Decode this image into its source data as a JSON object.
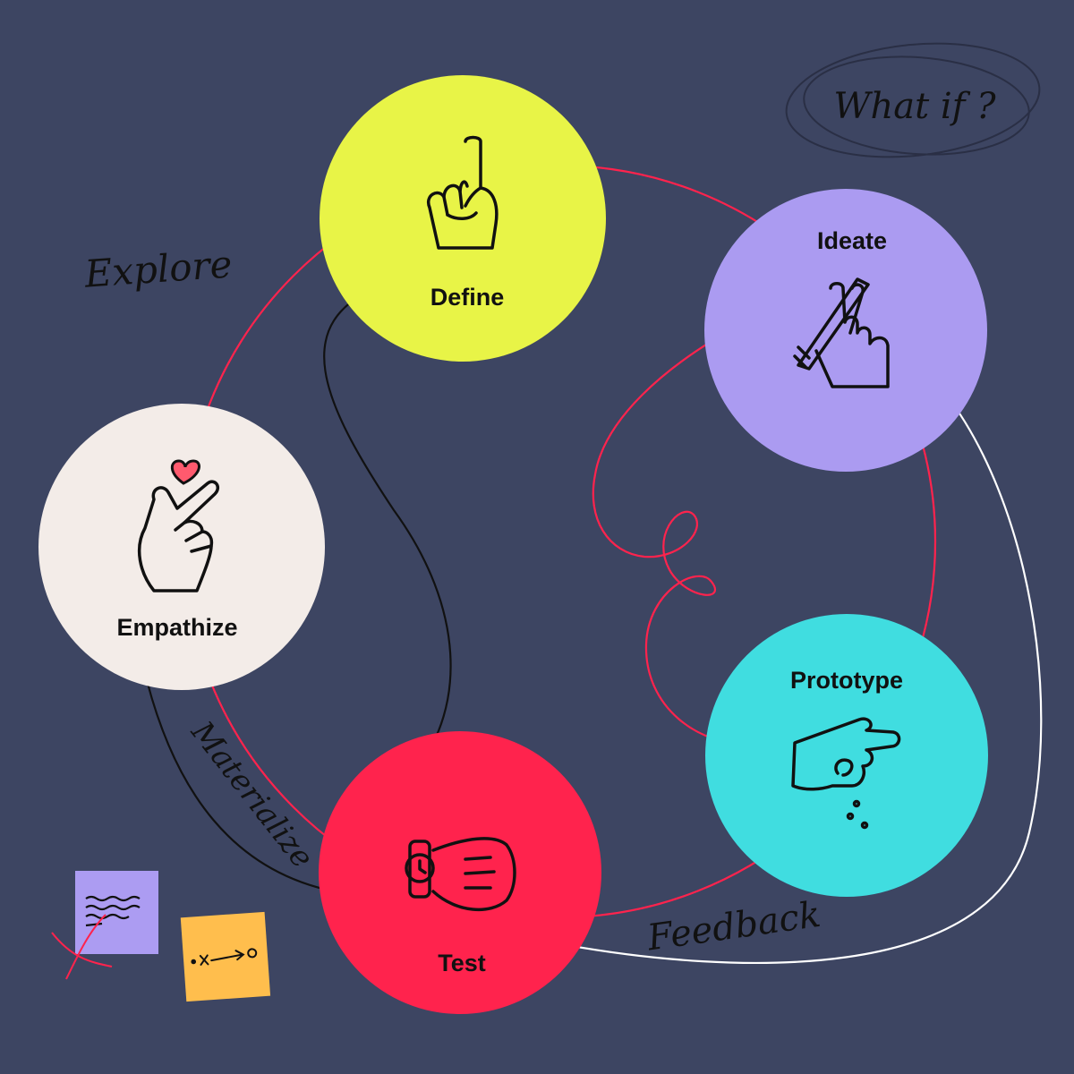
{
  "background_color": "#3d4562",
  "stages": {
    "define": {
      "label": "Define",
      "color": "#e8f447",
      "icon": "index-finger-up-icon"
    },
    "ideate": {
      "label": "Ideate",
      "color": "#ab9bf1",
      "icon": "crossed-fingers-pencil-icon"
    },
    "empathize": {
      "label": "Empathize",
      "color": "#f3ece8",
      "icon": "finger-heart-icon"
    },
    "prototype": {
      "label": "Prototype",
      "color": "#40dde0",
      "icon": "pinching-hand-icon"
    },
    "test": {
      "label": "Test",
      "color": "#ff234d",
      "icon": "wrist-watch-fist-icon"
    }
  },
  "annotations": {
    "explore": "Explore",
    "what_if": "What if ?",
    "materialize": "Materialize",
    "feedback": "Feedback"
  },
  "connector_colors": {
    "cycle": "#ff234d",
    "forward": "#111111",
    "feedback": "#ffffff"
  },
  "sticky_notes": [
    {
      "color": "#ac9cf2",
      "content": "scribbled-lines"
    },
    {
      "color": "#ffbe4d",
      "content": "dot-x-arrow-o"
    }
  ]
}
